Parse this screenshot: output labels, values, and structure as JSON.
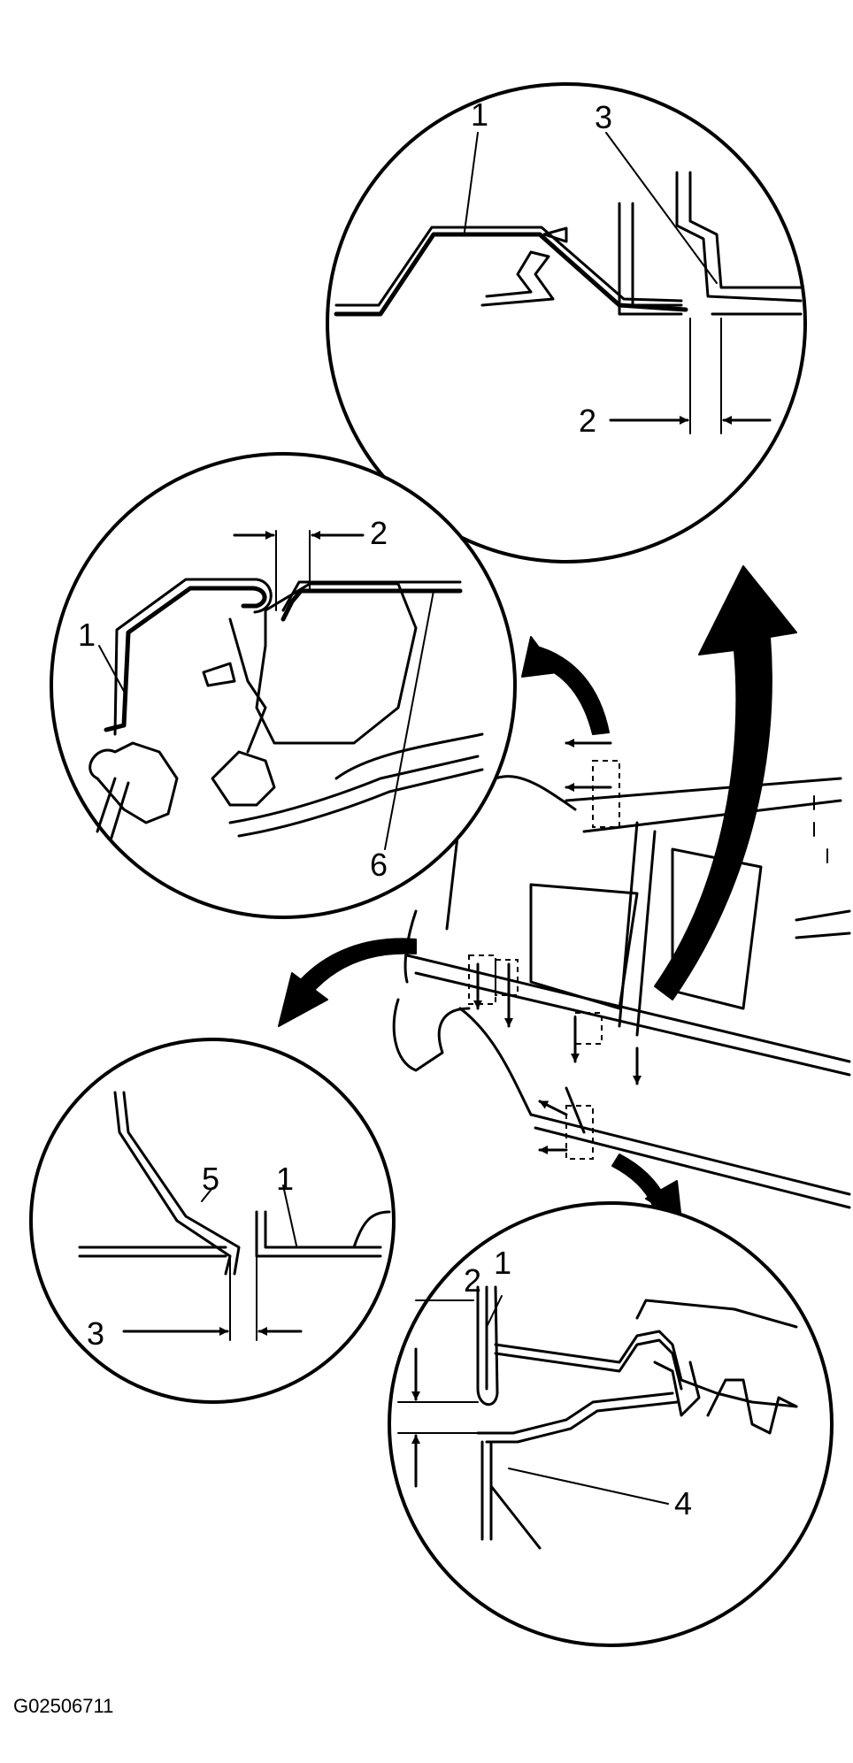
{
  "figure_id": "G02506711",
  "callouts": {
    "c1": "1",
    "c2": "2",
    "c3": "3",
    "c4": "4",
    "c5": "5",
    "c6": "6"
  }
}
